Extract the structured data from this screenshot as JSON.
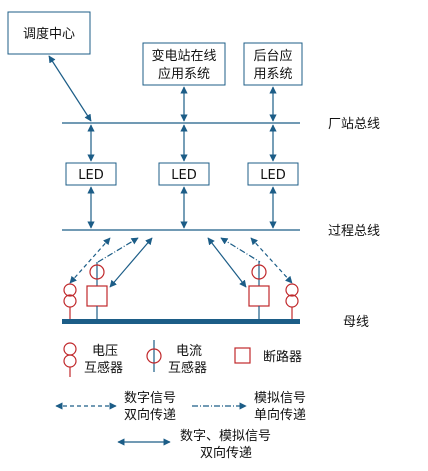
{
  "nodes": {
    "dispatch": "调度中心",
    "substation_app_line1": "变电站在线",
    "substation_app_line2": "应用系统",
    "backend_app_line1": "后台应",
    "backend_app_line2": "用系统",
    "led_1": "LED",
    "led_2": "LED",
    "led_3": "LED"
  },
  "buses": {
    "station_bus": "厂站总线",
    "process_bus": "过程总线",
    "busbar": "母线"
  },
  "legend": {
    "voltage_line1": "电压",
    "voltage_line2": "互感器",
    "current_line1": "电流",
    "current_line2": "互感器",
    "breaker": "断路器",
    "digital_bi_line1": "数字信号",
    "digital_bi_line2": "双向传递",
    "analog_uni_line1": "模拟信号",
    "analog_uni_line2": "单向传递",
    "both_bi_line1": "数字、模拟信号",
    "both_bi_line2": "双向传递"
  },
  "colors": {
    "line": "#1c5d87",
    "equipment": "#c0282b",
    "busbar": "#1c5d87"
  }
}
